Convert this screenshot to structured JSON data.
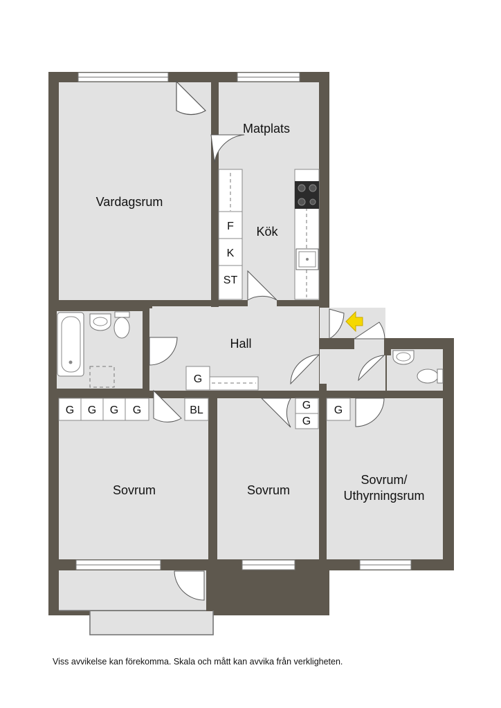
{
  "rooms": {
    "vardagsrum": "Vardagsrum",
    "matplats": "Matplats",
    "kok": "Kök",
    "hall": "Hall",
    "sovrum_1": "Sovrum",
    "sovrum_2": "Sovrum",
    "sovrum_3_line1": "Sovrum/",
    "sovrum_3_line2": "Uthyrningsrum"
  },
  "fixtures": {
    "fridge": "F",
    "freezer": "K",
    "storage": "ST",
    "wardrobe": "G",
    "linen": "BL"
  },
  "disclaimer": "Viss avvikelse kan förekomma. Skala och mått kan avvika från verkligheten.",
  "colors": {
    "wall": "#5e584e",
    "floor": "#e2e2e2",
    "fixture": "#ffffff",
    "entrance_arrow": "#f5d800"
  }
}
